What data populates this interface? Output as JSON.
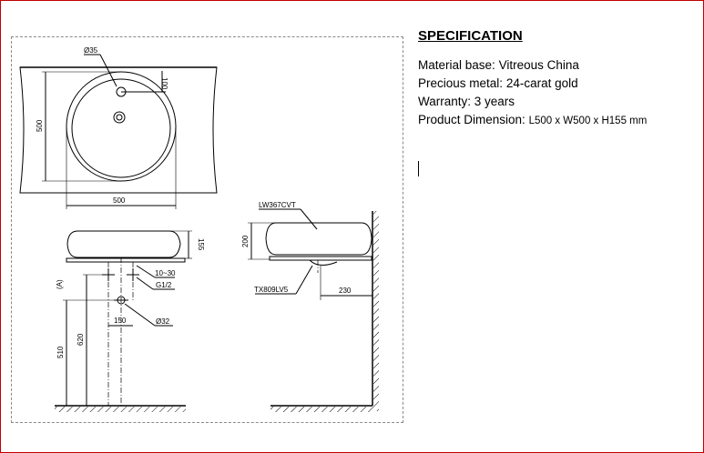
{
  "specification": {
    "title": "SPECIFICATION",
    "material_label": "Material base:",
    "material_value": "Vitreous China",
    "metal_label": "Precious metal:",
    "metal_value": "24-carat gold",
    "warranty_label": "Warranty:",
    "warranty_value": "3 years",
    "dimension_label": "Product Dimension:",
    "dimension_value": "L500 x W500 x H155 mm"
  },
  "drawing": {
    "top_view": {
      "hole_diameter": "Ø35",
      "offset": "100",
      "depth": "500",
      "width": "500"
    },
    "front_view": {
      "height": "155",
      "range": "10~30",
      "thread": "G1/2",
      "tap_spacing": "150",
      "drain_diameter": "Ø32",
      "label_a": "(A)",
      "height_510": "510",
      "height_620": "620"
    },
    "side_view": {
      "basin_model": "LW367CVT",
      "drain_model": "TX809LV5",
      "height": "200",
      "wall_distance": "230"
    }
  }
}
